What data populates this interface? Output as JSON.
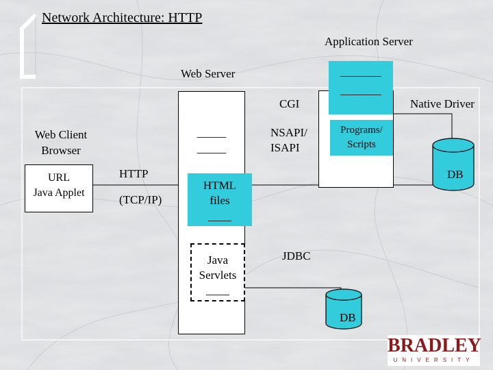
{
  "title": "Network Architecture: HTTP",
  "colors": {
    "cyan": "#33ccdd",
    "box_border": "#000000",
    "logo": "#8b1a1a"
  },
  "labels": {
    "application_server": "Application Server",
    "web_server": "Web Server",
    "cgi": "CGI",
    "native_driver": "Native Driver",
    "web_client_line1": "Web Client",
    "web_client_line2": "Browser",
    "url": "URL",
    "java_applet": "Java Applet",
    "http": "HTTP",
    "tcp_ip": "(TCP/IP)",
    "nsapi": "NSAPI/",
    "isapi": "ISAPI",
    "programs": "Programs/",
    "scripts": "Scripts",
    "db_top": "DB",
    "html": "HTML",
    "files": "files",
    "java": "Java",
    "servlets": "Servlets",
    "jdbc": "JDBC",
    "db_bottom": "DB",
    "blank_short": "____",
    "blank_mid": "_____",
    "blank_long": "_______"
  },
  "logo": {
    "name": "BRADLEY",
    "sub": "UNIVERSITY"
  }
}
